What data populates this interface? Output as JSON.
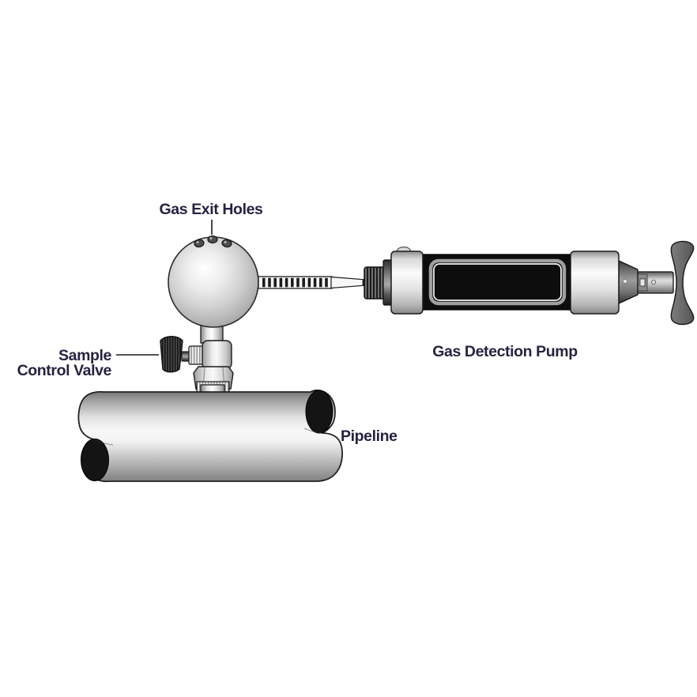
{
  "labels": {
    "gas_exit_holes": "Gas Exit Holes",
    "sample_control_valve_line1": "Sample",
    "sample_control_valve_line2": "Control Valve",
    "gas_detection_pump": "Gas Detection Pump",
    "pipeline": "Pipeline"
  },
  "colors": {
    "background": "#ffffff",
    "label_text": "#262240",
    "outline": "#1a1a1a",
    "pump_window": "#0d0d0d",
    "pipe_end": "#141414",
    "knob_dark": "#2e2e2e",
    "metal_highlight": "#fbfbfb",
    "metal_shadow": "#8a8a8a"
  }
}
